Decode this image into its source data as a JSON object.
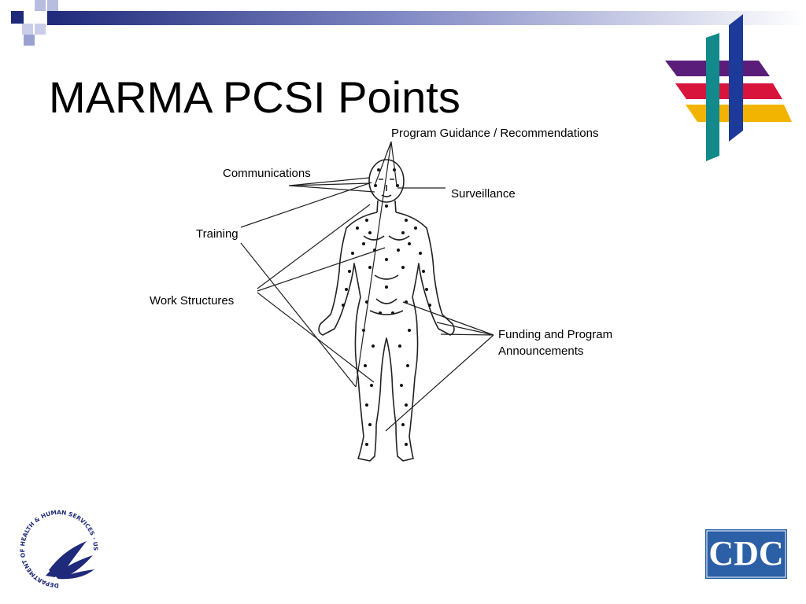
{
  "slide": {
    "title": "MARMA PCSI Points"
  },
  "labels": {
    "program_guidance": "Program Guidance / Recommendations",
    "communications": "Communications",
    "surveillance": "Surveillance",
    "training": "Training",
    "work_structures": "Work Structures",
    "funding_line1": "Funding and Program",
    "funding_line2": "Announcements"
  },
  "logos": {
    "hhs_seal_text": "DEPARTMENT OF HEALTH & HUMAN SERVICES · USA",
    "cdc": "CDC"
  },
  "colors": {
    "accent_navy": "#1f2a7a",
    "stripe_purple": "#5a1e7a",
    "stripe_red": "#d8143c",
    "stripe_yellow": "#f2b400",
    "bar_teal": "#12898a",
    "bar_blue": "#1c3a9a",
    "cdc_blue": "#2b5fa6"
  },
  "icons": [
    "corner-squares-icon",
    "marma-points-body-figure",
    "pcsi-logo-icon",
    "hhs-seal-icon",
    "cdc-logo-icon"
  ]
}
